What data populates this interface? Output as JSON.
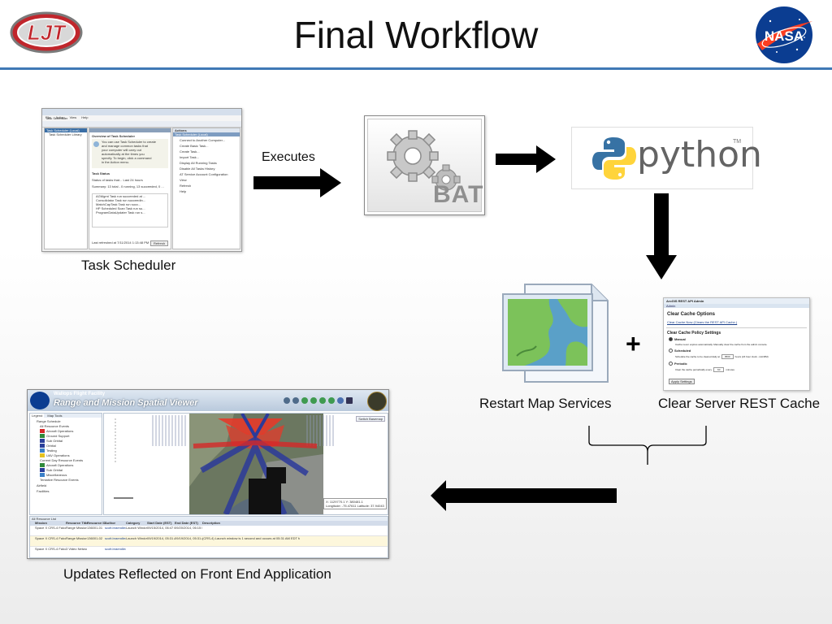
{
  "slide": {
    "title": "Final Workflow"
  },
  "logos": {
    "left_text": "LJT",
    "right_text": "NASA"
  },
  "flow": {
    "executes_label": "Executes",
    "plus": "+",
    "task_scheduler_label": "Task Scheduler",
    "restart_label": "Restart Map Services",
    "clear_cache_label": "Clear Server REST Cache",
    "updates_label": "Updates Reflected on Front End Application"
  },
  "bat": {
    "text": "BAT"
  },
  "python": {
    "word": "python",
    "tm": "TM"
  },
  "task_scheduler": {
    "window_title": "Task Scheduler",
    "menu": [
      "File",
      "Action",
      "View",
      "Help"
    ],
    "tree_items": [
      "Task Scheduler (Local)",
      "Task Scheduler Library"
    ],
    "overview_header": "Overview of Task Scheduler",
    "overview_text": [
      "You can use Task Scheduler to create",
      "and manage common tasks that",
      "your computer will carry out",
      "automatically at the times you",
      "specify. To begin, click a command",
      "in the Action menu."
    ],
    "status_header": "Task Status",
    "status_line": "Status of tasks that...   Last 24 hours",
    "summary": "Summary: 13 total - 0 running, 13 succeeded, 0 ...",
    "task_rows": [
      "AGMgmt Task run succeeded at ...",
      "Consolidator Task run succeedin...",
      "MatchCapTask Task run succ...",
      "HP Scheduled Scan Task run su...",
      "ProgramDataUpdater Task run s..."
    ],
    "refresh_note": "Last refreshed at 7/11/2014 1:13:48 PM",
    "refresh_button": "Refresh",
    "actions_header": "Actions",
    "actions_sub": "Task Scheduler (Local)",
    "actions": [
      "Connect to Another Computer...",
      "Create Basic Task...",
      "Create Task...",
      "Import Task...",
      "Display All Running Tasks",
      "Disable All Tasks History",
      "AT Service Account Configuration",
      "View",
      "Refresh",
      "Help"
    ]
  },
  "rest_admin": {
    "header": "ArcGIS REST API Admin",
    "crumb": "Admin",
    "title": "Clear Cache Options",
    "link_line": "Clear Cache Now (Clears the REST API Cache.)",
    "policy_title": "Clear Cache Policy Settings",
    "manual": "Manual",
    "manual_note": "Cache never expires automatically. Manually clear the cache from the admin console.",
    "scheduled": "Scheduled",
    "scheduled_note": "Schedule the cache to be cleared daily at",
    "scheduled_value": "0500",
    "scheduled_unit": "hours (24 hour clock - HH:MM)",
    "periodic": "Periodic",
    "periodic_note": "Clear the cache periodically every",
    "periodic_value": "60",
    "periodic_unit": "minutes",
    "apply_button": "Apply Settings"
  },
  "viewer": {
    "org": "Wallops Flight Facility",
    "title": "Range and Mission Spatial Viewer",
    "tabs": [
      "Legend",
      "Map Tools"
    ],
    "legend_items": [
      "Range Schedule",
      "All Resource Events",
      "Aircraft Operations",
      "Ground Support",
      "Sub Orbital",
      "Orbital",
      "Testing",
      "UAV Operations",
      "Current Day Resource Events",
      "Aircraft Operations",
      "Sub Orbital",
      "Miscellaneous",
      "Tentative Resource Events",
      "Airfield",
      "Facilities"
    ],
    "basemap_button": "Switch Basemap",
    "coord_readout": "X: 1129770.1   Y: 380481.1",
    "coord_readout2": "Longitude: -75.47611  Latitude: 37.94043",
    "table_title": "All Resource List",
    "columns": [
      "Mission",
      "Resource Title",
      "Resource ID",
      "Author",
      "Category",
      "Start Date (EST)",
      "End Date (EST)",
      "Description"
    ],
    "rows": [
      [
        "Space X CRS-4 Falcon 9 Countdown",
        "Range Mission Network",
        "136001-01",
        "scott.braendle@nasa.gov",
        "Launch Windows",
        "09/15/2014, 06:47 PM",
        "09/20/2014, 06:15 PM",
        ""
      ],
      [
        "Space X CRS-4 Falcon 9 Launch",
        "Range Mission Network",
        "136001-02",
        "scott.braendle@nasa.gov",
        "Launch Windows",
        "09/19/2014, 05:31 AM",
        "09/19/2014, 05:31 AM",
        "(CRS-4) Launch window is 1 second and occurs at 05:31 AM EDT for Rendezvous..."
      ],
      [
        "Space X CRS-4 Falcon 9",
        "3 Video Network",
        "",
        "scott.braendle@nasa.gov",
        "",
        "",
        "",
        ""
      ]
    ]
  },
  "colors": {
    "accent_rule": "#3f78b5",
    "arrow": "#000000",
    "python_blue": "#3772a4",
    "python_yellow": "#ffd43b",
    "nasa_blue": "#0b3d91",
    "nasa_red": "#fc3d21",
    "ljt_red": "#c0262c"
  }
}
